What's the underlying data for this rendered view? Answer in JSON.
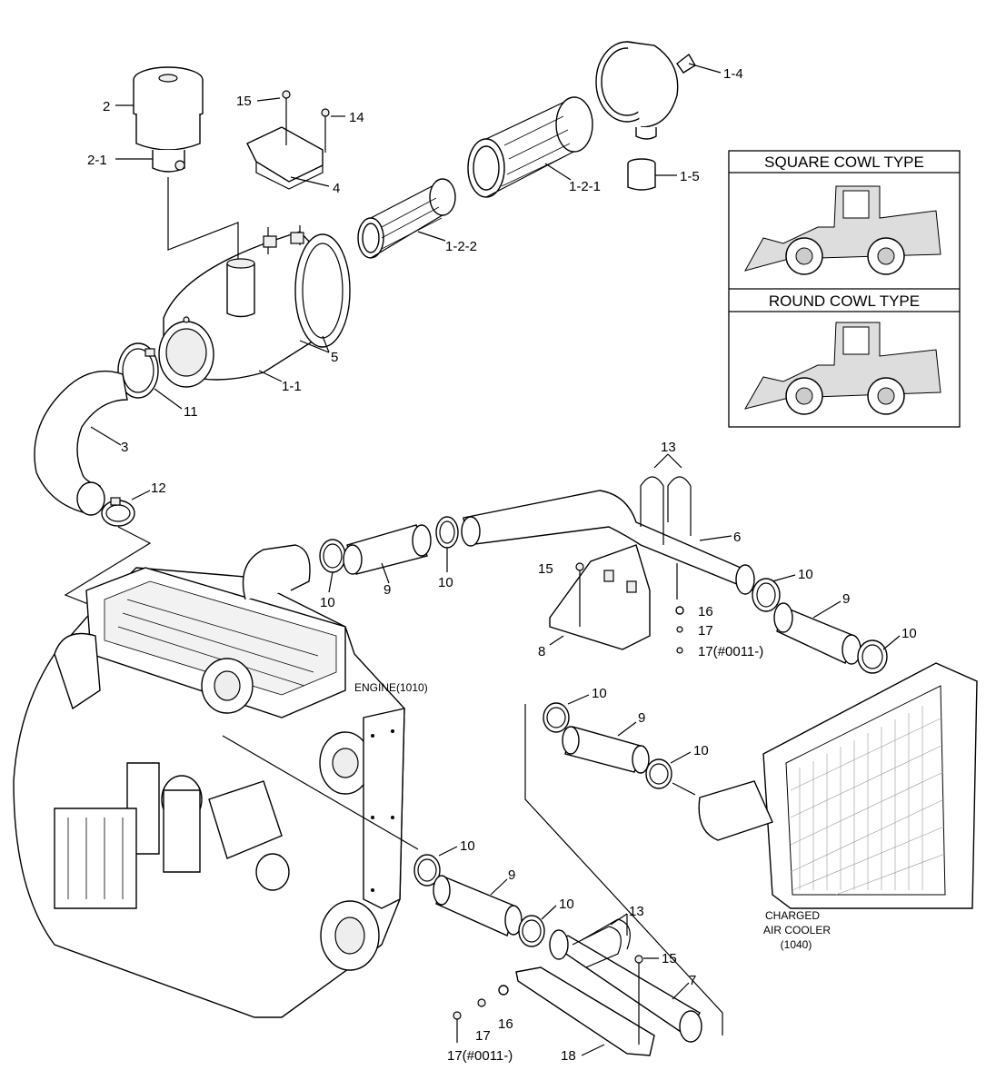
{
  "labels": {
    "p2": "2",
    "p2_1": "2-1",
    "p15a": "15",
    "p14": "14",
    "p4": "4",
    "p1_4": "1-4",
    "p1_5": "1-5",
    "p1_2_1": "1-2-1",
    "p1_2_2": "1-2-2",
    "p5": "5",
    "p1_1": "1-1",
    "p11": "11",
    "p3": "3",
    "p12": "12",
    "p13a": "13",
    "p6": "6",
    "p10a": "10",
    "p9a": "9",
    "p10b": "10",
    "p15b": "15",
    "p16a": "16",
    "p17a": "17",
    "p17b": "17(#0011-)",
    "p8": "8",
    "p10c": "10",
    "p9b": "9",
    "p10d": "10",
    "p10e": "10",
    "p9c": "9",
    "p10f": "10",
    "p10g": "10",
    "p9d": "9",
    "p10h": "10",
    "p13b": "13",
    "p15c": "15",
    "p7": "7",
    "p16b": "16",
    "p17c": "17",
    "p17d": "17(#0011-)",
    "p18": "18"
  },
  "captions": {
    "engine": "ENGINE(1010)",
    "cooler_line1": "CHARGED",
    "cooler_line2": "AIR COOLER",
    "cooler_line3": "(1040)"
  },
  "cowl_panel": {
    "square_title": "SQUARE COWL TYPE",
    "round_title": "ROUND COWL TYPE"
  }
}
